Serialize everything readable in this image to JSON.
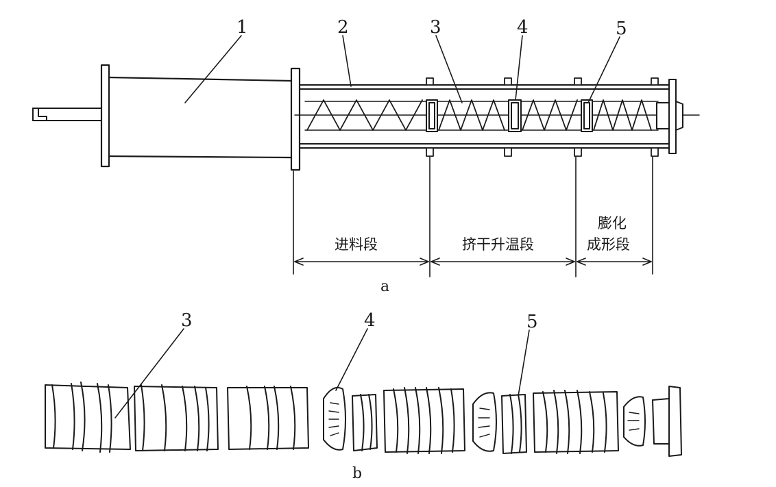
{
  "labels": {
    "top": [
      "1",
      "2",
      "3",
      "4",
      "5"
    ],
    "bottom": [
      "3",
      "4",
      "5"
    ]
  },
  "zones": {
    "feeding": "进料段",
    "squeeze_heat": "挤干升温段",
    "puff_line1": "膨化",
    "puff_line2": "成形段"
  },
  "captions": {
    "a": "a",
    "b": "b"
  }
}
